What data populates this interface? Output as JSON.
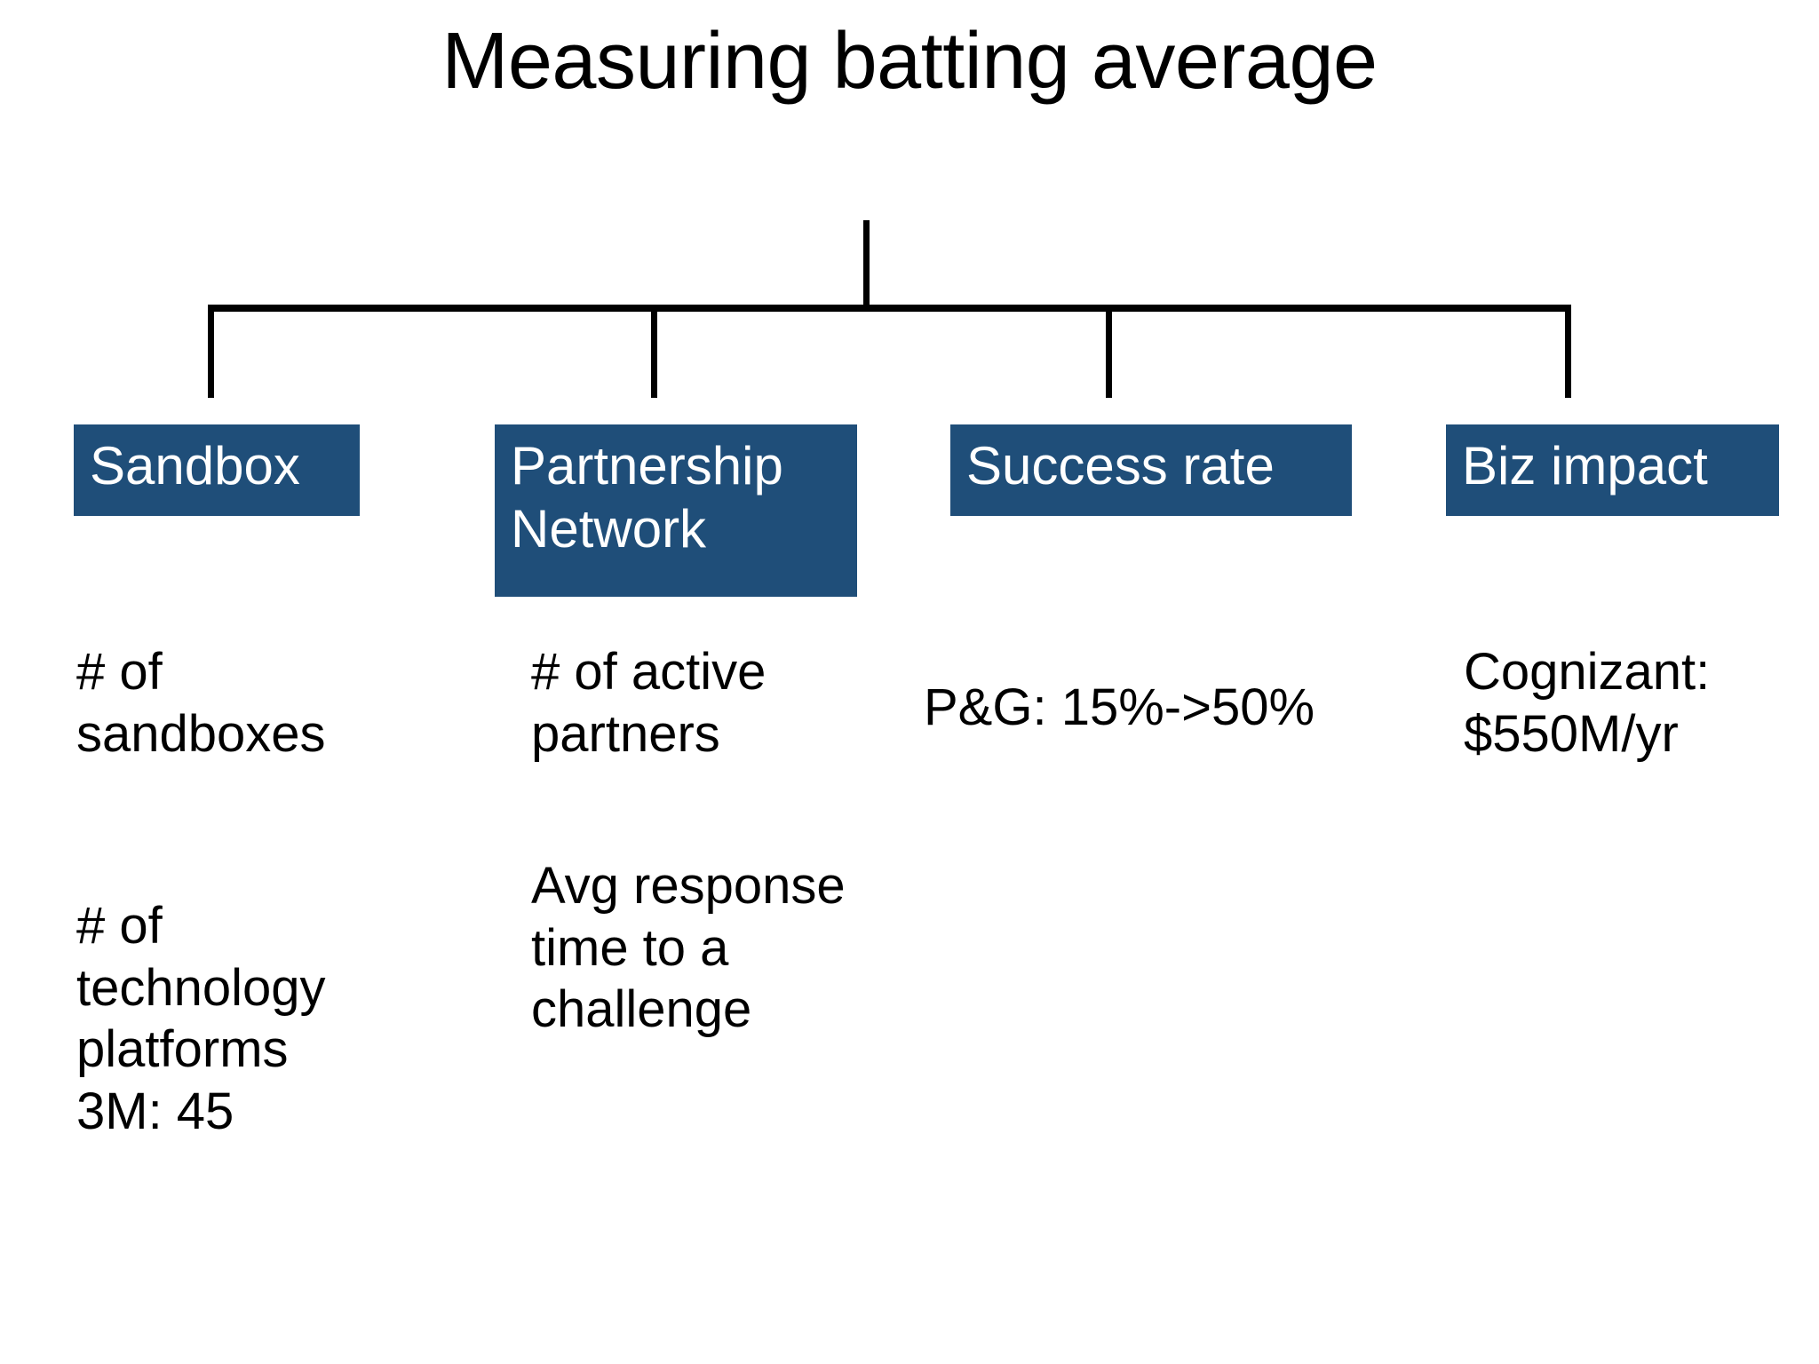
{
  "slide": {
    "title": "Measuring batting average",
    "background_color": "#ffffff",
    "text_color": "#000000",
    "node_fill_color": "#1F4E79",
    "node_text_color": "#ffffff",
    "connector_color": "#000000"
  },
  "diagram": {
    "type": "org-tree",
    "root_label": "",
    "branch_count": 4,
    "nodes": [
      {
        "id": "sandbox",
        "label": "Sandbox",
        "metrics": [
          "# of\nsandboxes",
          "# of\ntechnology\nplatforms\n3M: 45"
        ]
      },
      {
        "id": "partnership-network",
        "label": "Partnership\nNetwork",
        "metrics": [
          "# of active\npartners",
          "Avg response\ntime to a\nchallenge"
        ]
      },
      {
        "id": "success-rate",
        "label": "Success rate",
        "metrics": [
          "P&G: 15%->50%"
        ]
      },
      {
        "id": "biz-impact",
        "label": "Biz impact",
        "metrics": [
          "Cognizant:\n$550M/yr"
        ]
      }
    ]
  }
}
